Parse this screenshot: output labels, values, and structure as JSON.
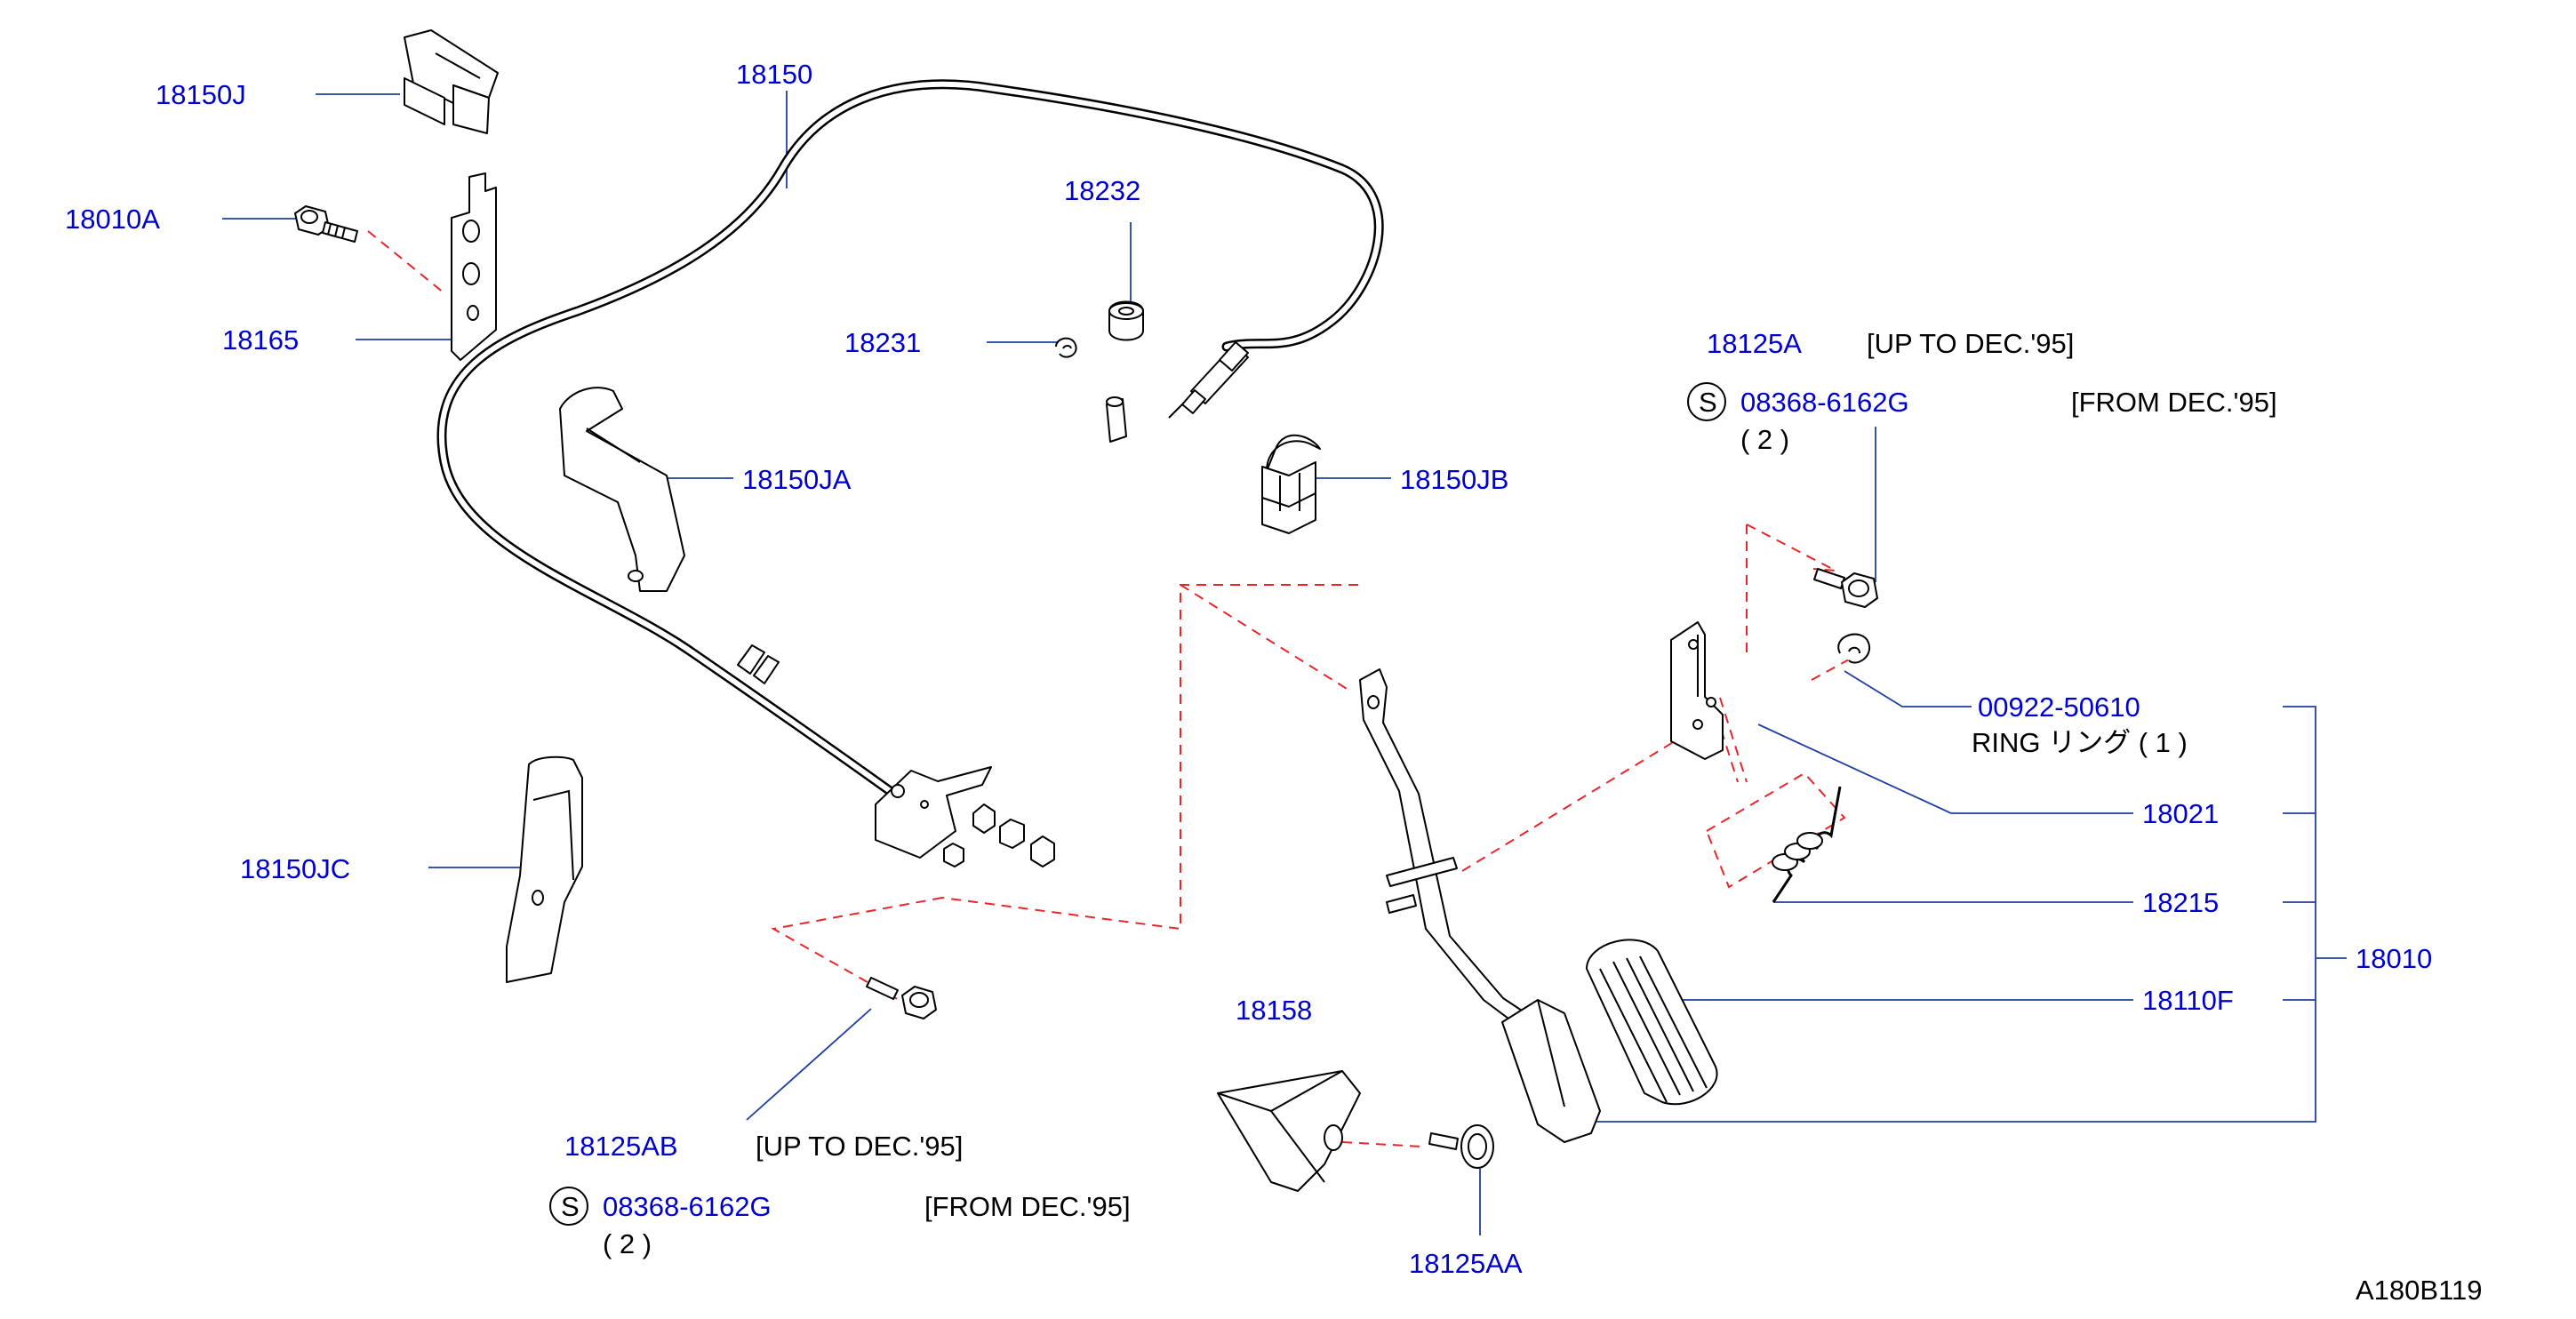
{
  "labels": {
    "p18150J": "18150J",
    "p18010A": "18010A",
    "p18165": "18165",
    "p18150": "18150",
    "p18232": "18232",
    "p18231": "18231",
    "p18150JA": "18150JA",
    "p18150JB": "18150JB",
    "p18150JC": "18150JC",
    "p18125A": "18125A",
    "n18125A": "[UP   TO   DEC.'95]",
    "s1_symbol": "S",
    "s1_part": "08368-6162G",
    "s1_note": "[FROM   DEC.'95]",
    "s1_qty": "( 2 )",
    "p00922": "00922-50610",
    "ring_note": "RING    リング (   1   )",
    "p18021": "18021",
    "p18215": "18215",
    "p18010": "18010",
    "p18110F": "18110F",
    "p18158": "18158",
    "p18125AB": "18125AB",
    "n18125AB": "[UP   TO   DEC.'95]",
    "s2_symbol": "S",
    "s2_part": "08368-6162G",
    "s2_note": "[FROM   DEC.'95]",
    "s2_qty": "( 2 )",
    "p18125AA": "18125AA",
    "diagram_id": "A180B119"
  },
  "colors": {
    "part_number": "#0000cc",
    "leader": "#1f3fa0",
    "guide_dash": "#e8262a",
    "outline": "#000000"
  }
}
